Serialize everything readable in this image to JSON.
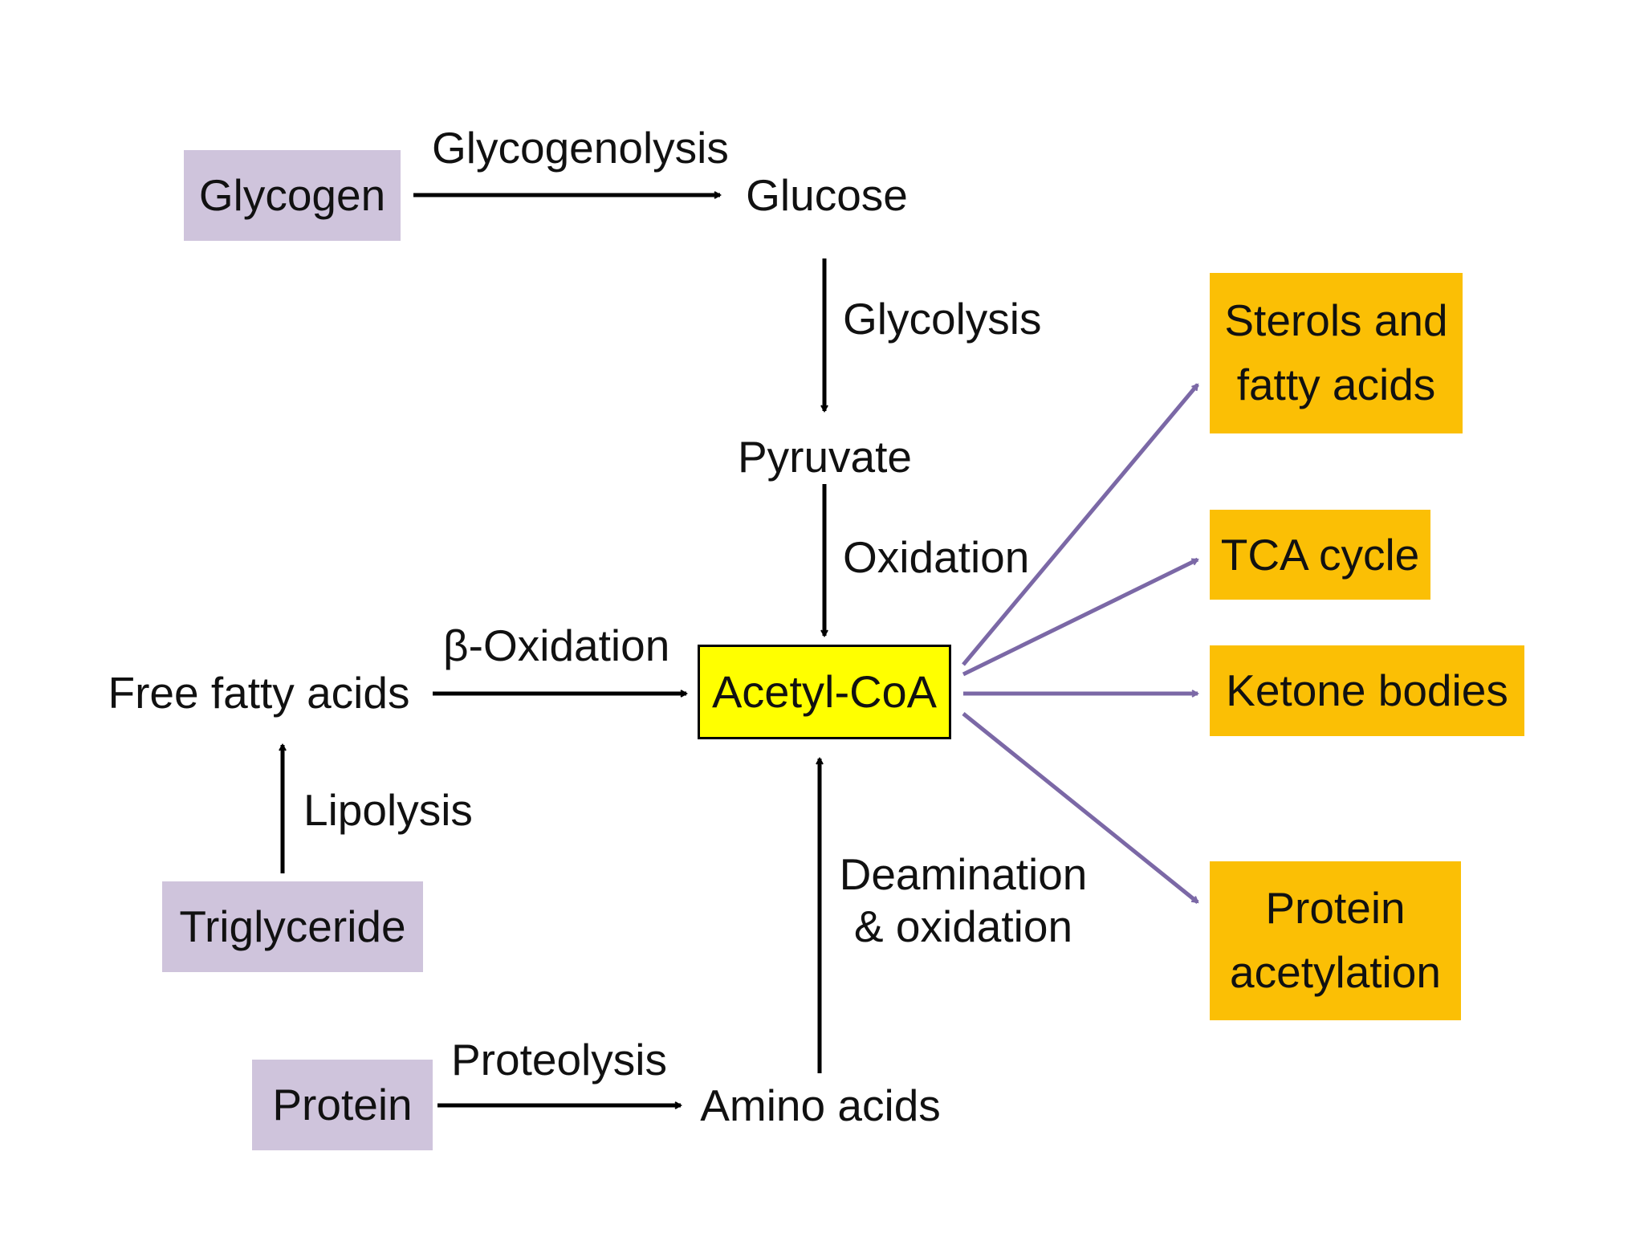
{
  "colors": {
    "source_box": "#cfc4dc",
    "hub_box": "#ffff00",
    "outcome_box": "#fbbf05",
    "black_arrow": "#000000",
    "purple_arrow": "#7b68a6"
  },
  "nodes": {
    "glycogen": "Glycogen",
    "glucose": "Glucose",
    "pyruvate": "Pyruvate",
    "free_fatty_acids": "Free fatty acids",
    "triglyceride": "Triglyceride",
    "protein": "Protein",
    "amino_acids": "Amino acids",
    "acetyl_coa": "Acetyl-CoA",
    "sterols": [
      "Sterols and",
      "fatty acids"
    ],
    "tca_cycle": "TCA cycle",
    "ketone_bodies": "Ketone bodies",
    "protein_acetylation": [
      "Protein",
      "acetylation"
    ]
  },
  "processes": {
    "glycogenolysis": "Glycogenolysis",
    "glycolysis": "Glycolysis",
    "oxidation": "Oxidation",
    "beta_oxidation": "β-Oxidation",
    "lipolysis": "Lipolysis",
    "proteolysis": "Proteolysis",
    "deamination": [
      "Deamination",
      "& oxidation"
    ]
  }
}
